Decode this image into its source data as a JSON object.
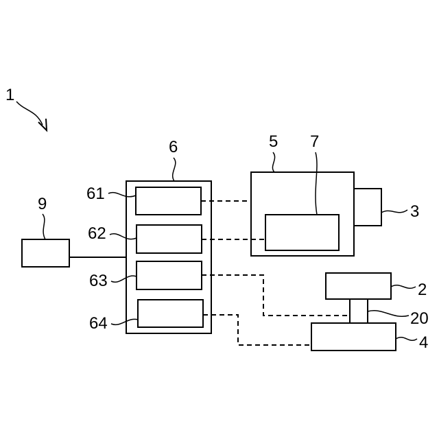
{
  "labels": {
    "system": "1",
    "unit_2": "2",
    "unit_3": "3",
    "unit_4": "4",
    "unit_5": "5",
    "unit_6": "6",
    "unit_7": "7",
    "unit_9": "9",
    "unit_20": "20",
    "unit_61": "61",
    "unit_62": "62",
    "unit_63": "63",
    "unit_64": "64"
  }
}
